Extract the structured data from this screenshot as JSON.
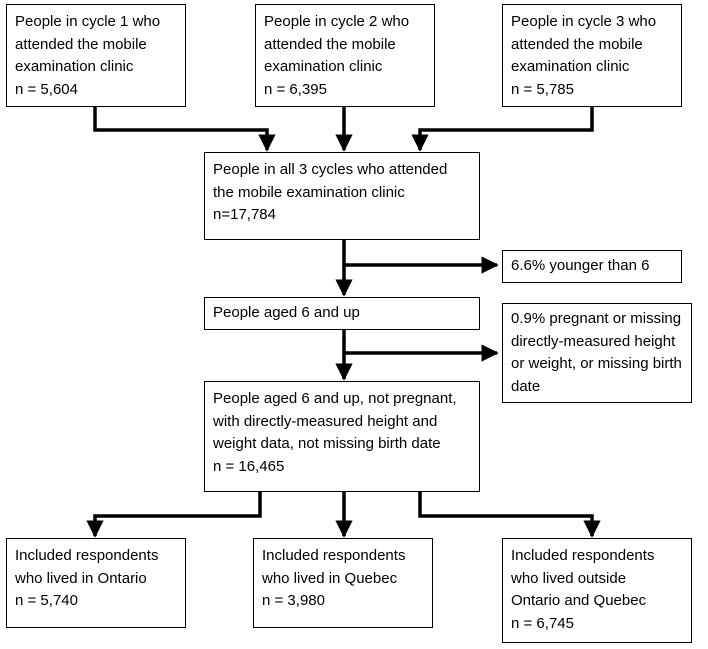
{
  "boxes": {
    "cycle1": [
      "People in cycle 1 who",
      "attended the mobile",
      "examination clinic",
      "n = 5,604"
    ],
    "cycle2": [
      "People in cycle 2 who",
      "attended the mobile",
      "examination clinic",
      "n = 6,395"
    ],
    "cycle3": [
      "People in cycle 3 who",
      "attended the mobile",
      "examination clinic",
      "n = 5,785"
    ],
    "all_cycles": [
      "People in all 3 cycles who attended",
      "the mobile examination clinic",
      "n=17,784"
    ],
    "excluded_young": [
      "6.6% younger than 6"
    ],
    "aged6": [
      "People aged 6 and up"
    ],
    "excluded_pregnant": [
      "0.9% pregnant or missing",
      "directly-measured height",
      "or weight, or missing birth",
      "date"
    ],
    "final": [
      "People aged 6 and up, not pregnant,",
      "with directly-measured height and",
      "weight data, not missing birth date",
      "n = 16,465"
    ],
    "ontario": [
      "Included respondents",
      "who lived in Ontario",
      "n = 5,740"
    ],
    "quebec": [
      "Included respondents",
      "who lived in Quebec",
      "n = 3,980"
    ],
    "outside": [
      "Included respondents",
      "who lived outside",
      "Ontario and Quebec",
      "n = 6,745"
    ]
  }
}
